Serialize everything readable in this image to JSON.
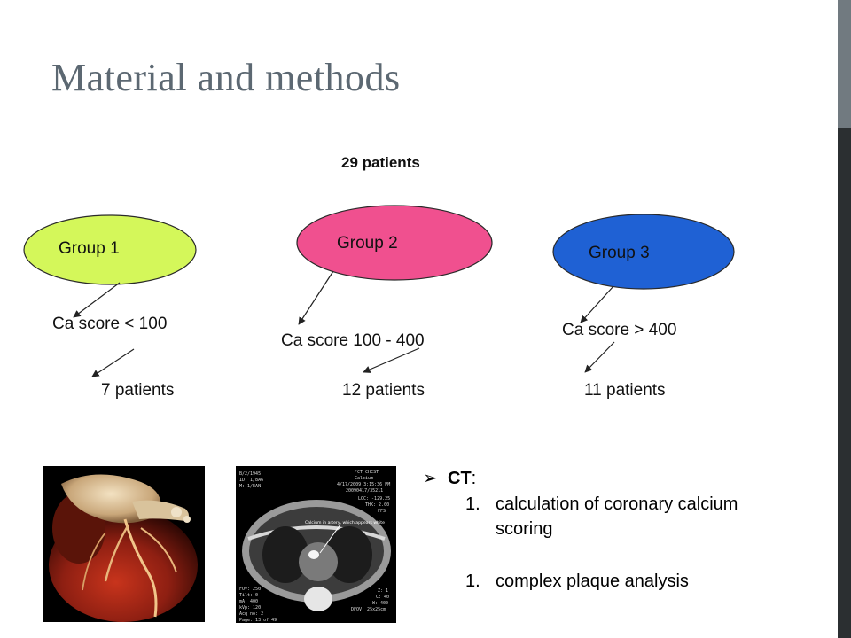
{
  "title": "Material and methods",
  "total": "29 patients",
  "groups": [
    {
      "label": "Group 1",
      "criterion": "Ca score < 100",
      "count": "7 patients",
      "color": "#d4f75a"
    },
    {
      "label": "Group 2",
      "criterion": "Ca score 100 - 400",
      "count": "12 patients",
      "color": "#f0508f"
    },
    {
      "label": "Group 3",
      "criterion": "Ca score > 400",
      "count": "11 patients",
      "color": "#1f61d4"
    }
  ],
  "ct": {
    "bullet": "➢",
    "heading": "CT",
    "heading_suffix": ":",
    "items": [
      {
        "num": "1.",
        "text": "calculation of coronary calcium scoring"
      },
      {
        "num": "1.",
        "text": "complex plaque analysis"
      }
    ]
  },
  "ct_scan_overlay": {
    "top_left": [
      "B/2/1945",
      "ID: 1/8A6",
      "M: 1/EAN"
    ],
    "top_right": [
      "*CT CHEST",
      "Calcium",
      "4/17/2009 3:15:36 PM",
      "20090417/35211"
    ],
    "mid_right": [
      "LOC: -129.25",
      "THK: 2.00",
      "FFS"
    ],
    "caption": "Calcium in artery, which appears white",
    "bottom_left": [
      "FOV: 250",
      "Tilt: 0",
      "mA: 400",
      "kVp: 120",
      "Acq no: 2"
    ],
    "bottom_right": [
      "Z: 1",
      "C: 40",
      "W: 400",
      "DFOV: 25x25cm"
    ],
    "page": "Page: 13 of 49"
  },
  "colors": {
    "title": "#5c6872",
    "sidebar": "#2b2f31",
    "sidebar_accent": "#717a80",
    "arrows": "#222222"
  }
}
